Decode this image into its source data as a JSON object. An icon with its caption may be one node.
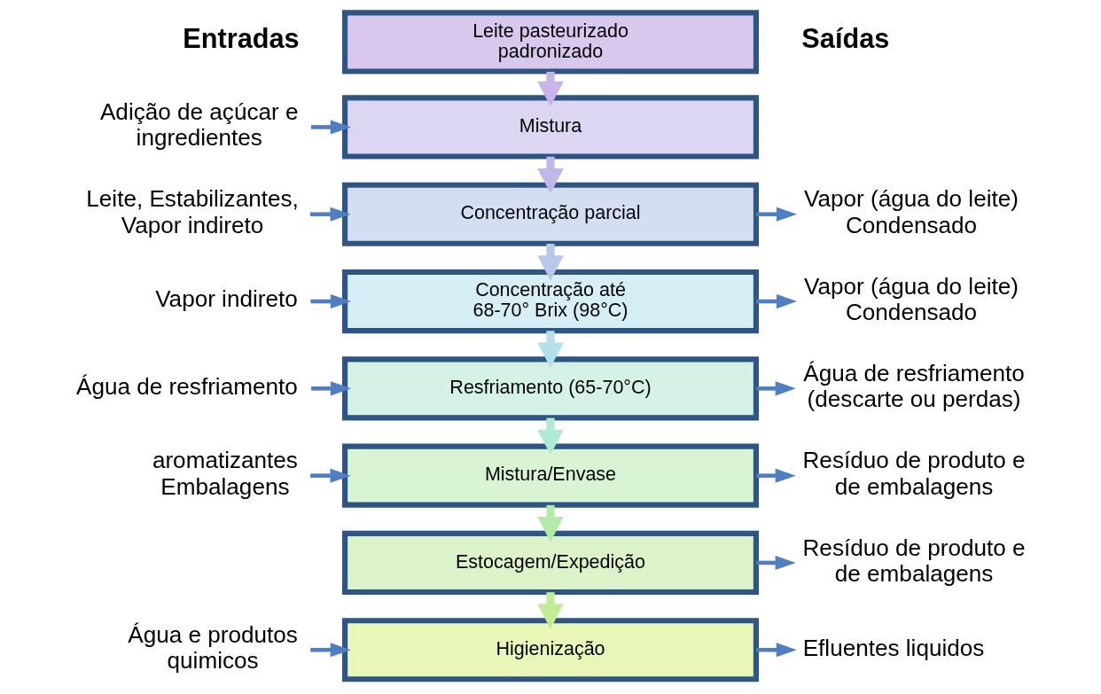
{
  "diagram": {
    "nodes": [
      {
        "text": [
          "Leite pasteurizado padronizado"
        ]
      },
      {
        "text": [
          "Adição de açúcar e ingredientes"
        ]
      },
      {
        "text": [
          "Mistura"
        ]
      },
      {
        "text": [
          "Leite, Estabilizantes, Vapor indireto"
        ]
      },
      {
        "text": [
          "Concentração parcial"
        ]
      },
      {
        "text": [
          "Vapor (água do leite) Condensado"
        ]
      },
      {
        "text": [
          "Vapor indireto"
        ]
      },
      {
        "text": [
          "Concentração até 68-70° Brix (98°C)"
        ]
      },
      {
        "text": [
          "Vapor (água do leite) Condensado"
        ]
      },
      {
        "text": [
          "Água de resfriamento"
        ]
      },
      {
        "text": [
          "Resfriamento (65-70°C)"
        ]
      },
      {
        "text": [
          "Água de resfriamento (descarte ou perdas)"
        ]
      },
      {
        "text": [
          "aromatizantes Embalagens"
        ]
      },
      {
        "text": [
          "Mistura/Envase"
        ]
      },
      {
        "text": [
          "Resíduo de produto e de embalagens"
        ]
      },
      {
        "text": [
          "Estocagem/Expedição"
        ]
      },
      {
        "text": [
          "Resíduo de produto e de embalagens"
        ]
      },
      {
        "text": [
          "Água e produtos quimicos"
        ]
      },
      {
        "text": [
          "Higienização"
        ]
      },
      {
        "text": [
          "Efluentes liquidos"
        ]
      }
    ],
    "edges": [
      {
        "from": 0,
        "to": 2,
        "arrow": "to",
        "style": "thick",
        "color": "#c8b4e6"
      },
      {
        "from": 1,
        "to": 2,
        "arrow": "to"
      },
      {
        "from": 2,
        "to": 4,
        "arrow": "to",
        "style": "thick",
        "color": "#c0b8e8"
      },
      {
        "from": 3,
        "to": 4,
        "arrow": "to"
      },
      {
        "from": 4,
        "to": 5,
        "arrow": "to"
      },
      {
        "from": 4,
        "to": 7,
        "arrow": "to",
        "style": "thick",
        "color": "#b8c8ea"
      },
      {
        "from": 6,
        "to": 7,
        "arrow": "to"
      },
      {
        "from": 7,
        "to": 8,
        "arrow": "to"
      },
      {
        "from": 7,
        "to": 10,
        "arrow": "to",
        "style": "thick",
        "color": "#b4e0ea"
      },
      {
        "from": 9,
        "to": 10,
        "arrow": "to"
      },
      {
        "from": 10,
        "to": 11,
        "arrow": "to"
      },
      {
        "from": 10,
        "to": 13,
        "arrow": "to",
        "style": "thick",
        "color": "#b0ead2"
      },
      {
        "from": 12,
        "to": 13,
        "arrow": "to"
      },
      {
        "from": 13,
        "to": 14,
        "arrow": "to"
      },
      {
        "from": 13,
        "to": 15,
        "arrow": "to",
        "style": "thick",
        "color": "#b4eaa8"
      },
      {
        "from": 15,
        "to": 16,
        "arrow": "to"
      },
      {
        "from": 15,
        "to": 18,
        "arrow": "to",
        "style": "thick",
        "color": "#c4ec98"
      },
      {
        "from": 17,
        "to": 18,
        "arrow": "to"
      },
      {
        "from": 18,
        "to": 19,
        "arrow": "to"
      }
    ],
    "labels": [
      "Entradas",
      "Saídas"
    ]
  }
}
